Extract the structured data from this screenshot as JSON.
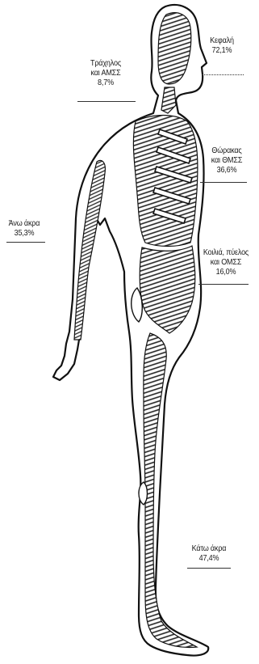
{
  "labels": {
    "head": {
      "name": "Κεφαλή",
      "value": "72,1%"
    },
    "neck": {
      "name_line1": "Τράχηλος",
      "name_line2": "και ΑΜΣΣ",
      "value": "8,7%"
    },
    "thorax": {
      "name_line1": "Θώρακας",
      "name_line2": "και ΘΜΣΣ",
      "value": "36,6%"
    },
    "upper_limb": {
      "name": "Άνω άκρα",
      "value": "35,3%"
    },
    "abdomen": {
      "name_line1": "Κοιλιά, πύελος",
      "name_line2": "και ΟΜΣΣ",
      "value": "16,0%"
    },
    "lower_limb": {
      "name": "Κάτω άκρα",
      "value": "47,4%"
    }
  }
}
